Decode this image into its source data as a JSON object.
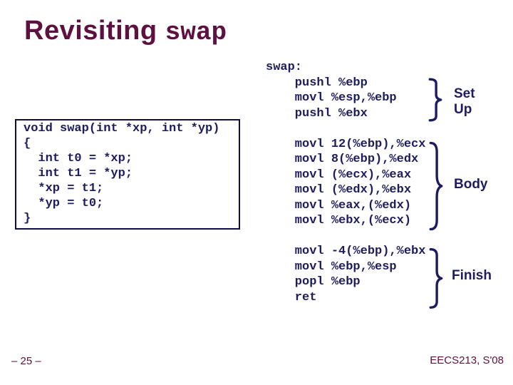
{
  "colors": {
    "maroon": "#5c1140",
    "navy": "#1c1c5e",
    "border": "#0f0f3d"
  },
  "title": {
    "main": "Revisiting ",
    "code": "swap"
  },
  "c_code": {
    "text": "void swap(int *xp, int *yp)\n{\n  int t0 = *xp;\n  int t1 = *yp;\n  *xp = t1;\n  *yp = t0;\n}"
  },
  "assembly": {
    "text": "swap:\n    pushl %ebp\n    movl %esp,%ebp\n    pushl %ebx\n\n    movl 12(%ebp),%ecx\n    movl 8(%ebp),%edx\n    movl (%ecx),%eax\n    movl (%edx),%ebx\n    movl %eax,(%edx)\n    movl %ebx,(%ecx)\n\n    movl -4(%ebp),%ebx\n    movl %ebp,%esp\n    popl %ebp\n    ret"
  },
  "annotations": {
    "setup": "Set\nUp",
    "body": "Body",
    "finish": "Finish"
  },
  "footer": {
    "left": "– 25 –",
    "right": "EECS213, S'08"
  }
}
